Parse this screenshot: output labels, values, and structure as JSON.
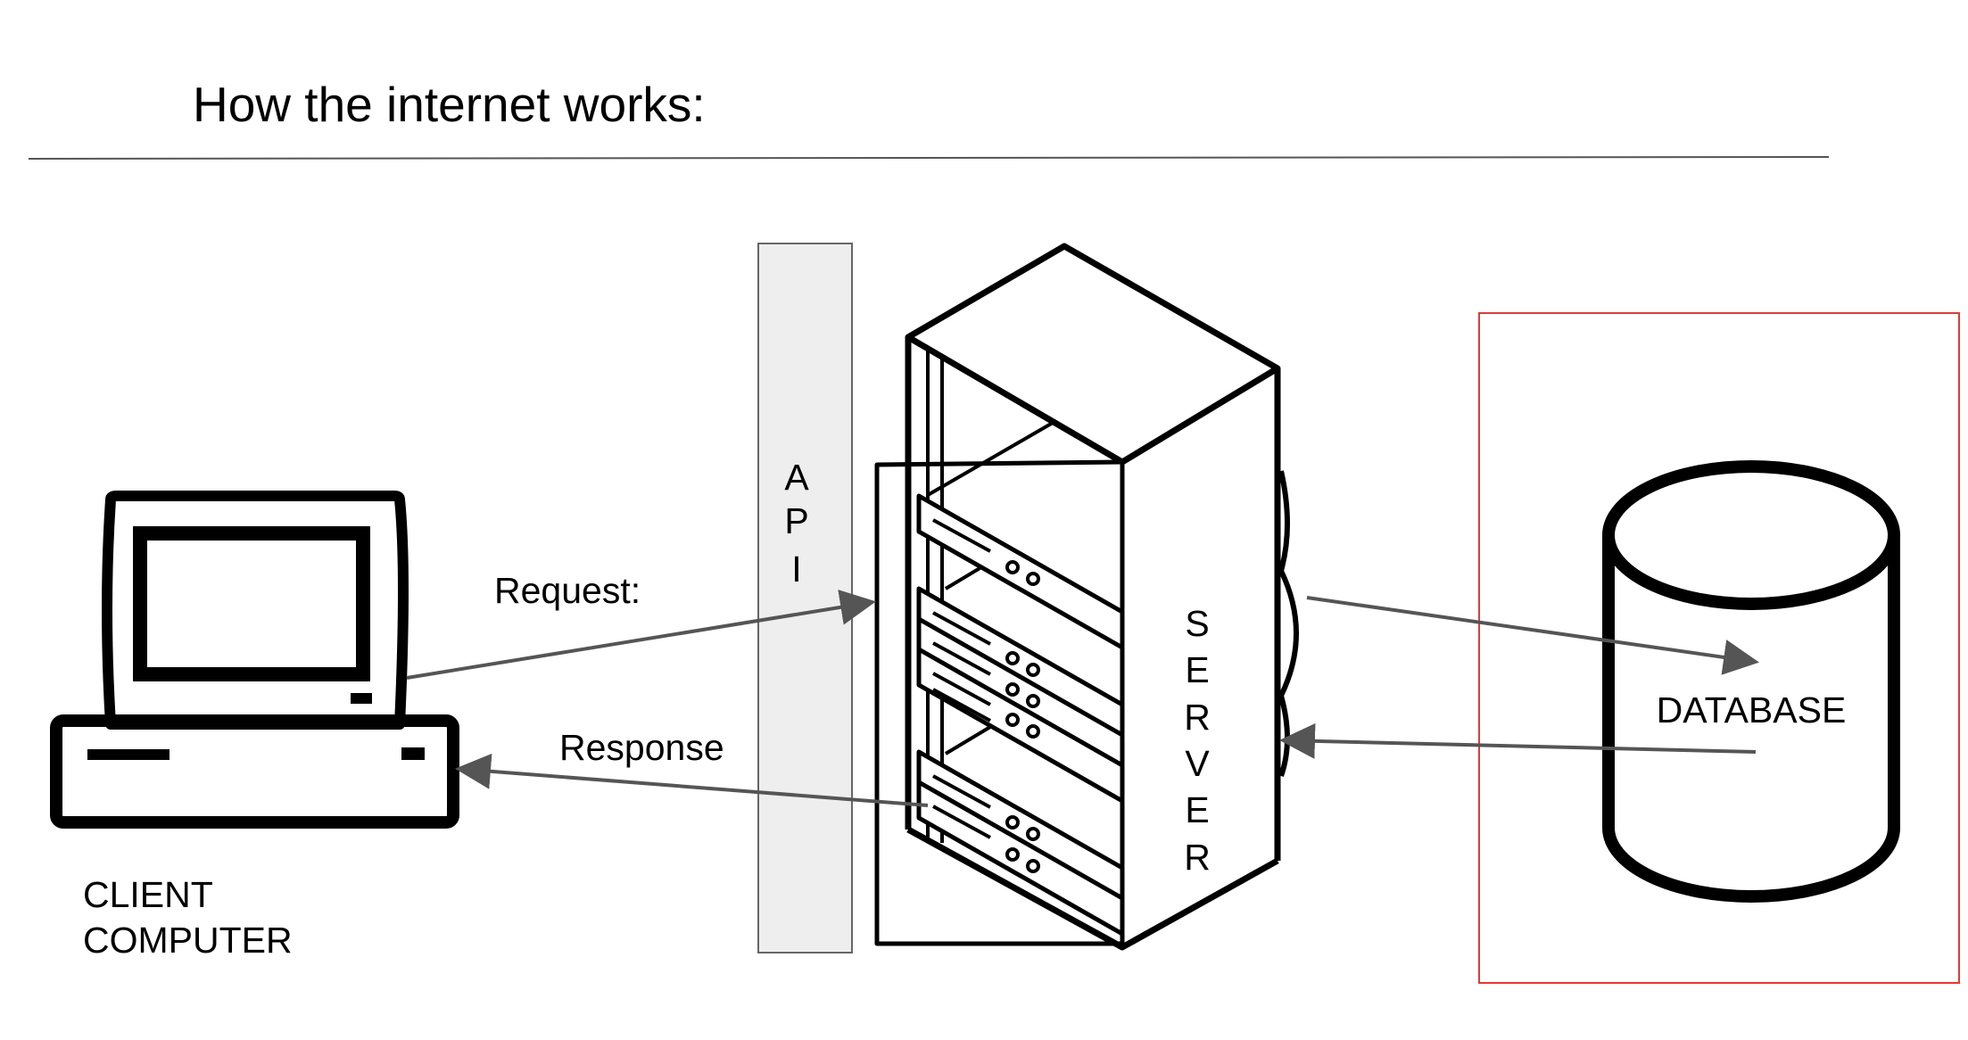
{
  "title": "How the internet works:",
  "client": {
    "line1": "CLIENT",
    "line2": "COMPUTER"
  },
  "api": {
    "letters": [
      "A",
      "P",
      "I"
    ]
  },
  "server": {
    "letters": [
      "S",
      "E",
      "R",
      "V",
      "E",
      "R"
    ]
  },
  "database": {
    "label": "DATABASE"
  },
  "arrows": {
    "request_label": "Request:",
    "response_label": "Response"
  },
  "colors": {
    "ink": "#000000",
    "arrow": "#555555",
    "api_fill": "#eeeeee",
    "api_stroke": "#666666",
    "db_box": "#e53935",
    "rule": "#555555"
  }
}
